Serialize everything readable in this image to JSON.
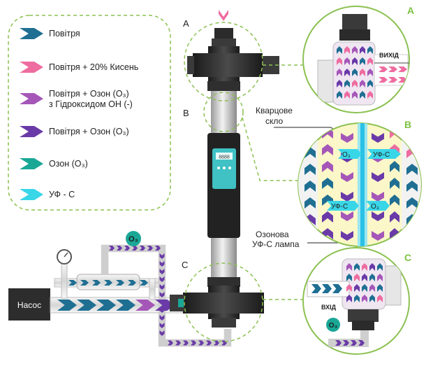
{
  "legend": {
    "items": [
      {
        "label": "Повітря",
        "color": "#1f6f93"
      },
      {
        "label": "Повітря + 20% Кисень",
        "color": "#ee6c9f"
      },
      {
        "label": "Повітря + Озон (O₃)",
        "label2": "з Гідроксидом OH (-)",
        "color": "#a557b8"
      },
      {
        "label": "Повітря + Озон (O₃)",
        "color": "#6a3aa8"
      },
      {
        "label": "Озон (O₃)",
        "color": "#1aa796"
      },
      {
        "label": "УФ - С",
        "color": "#39d6e8"
      }
    ]
  },
  "letters": {
    "a": "A",
    "b": "B",
    "c": "C"
  },
  "callouts": {
    "quartz_line1": "Кварцове",
    "quartz_line2": "скло",
    "lamp_line1": "Озонова",
    "lamp_line2": "УФ-С лампа"
  },
  "pump_label": "Насос",
  "ozone_badge": "O₃",
  "display_text": "8888",
  "detail_a": {
    "label": "ВИХІД"
  },
  "detail_b": {
    "label_o3": "O₃",
    "label_uvc": "УФ-С"
  },
  "detail_c": {
    "label": "ВХІД",
    "badge": "O₃"
  },
  "colors": {
    "accent_green": "#7cc242",
    "dashed_green": "#8cc152",
    "unit_black": "#2b2b2b",
    "pipe_grey": "#e6e6e6",
    "lamp_blue": "#29c1e6"
  }
}
